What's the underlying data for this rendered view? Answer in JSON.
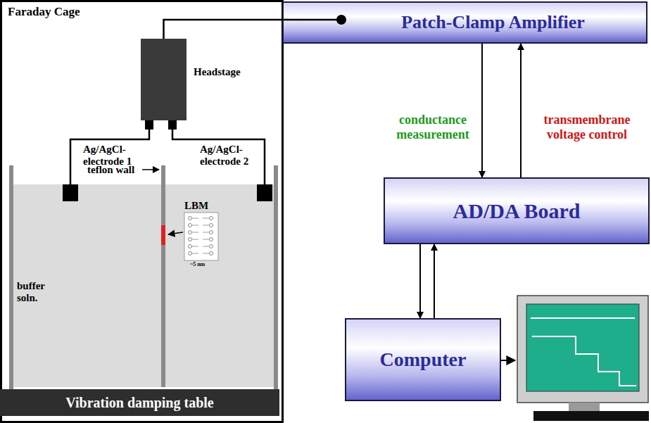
{
  "diagram": {
    "nodes": [
      {
        "text": [
          "Faraday Cage"
        ]
      },
      {
        "text": [
          "Headstage"
        ],
        "in": 0
      },
      {
        "text": [
          "Vibration damping table"
        ],
        "in": 0
      },
      {
        "text": [
          "Patch-Clamp Amplifier"
        ]
      },
      {
        "text": [
          "AD/DA Board"
        ]
      },
      {
        "text": [
          "Computer"
        ]
      }
    ],
    "edges": [
      {
        "from": 3,
        "to": 4,
        "label": "conductance measurement",
        "arrow": "to"
      },
      {
        "from": 4,
        "to": 3,
        "label": "transmembrane voltage control",
        "arrow": "to"
      },
      {
        "from": 4,
        "to": 5,
        "arrow": "to"
      },
      {
        "from": 5,
        "to": 4,
        "arrow": "to"
      },
      {
        "from": 1,
        "to": 3,
        "arrow": "none"
      }
    ],
    "labels": [
      "Ag/AgCl- electrode 1",
      "Ag/AgCl- electrode 2",
      "teflon wall",
      "LBM",
      "buffer soln.",
      "~5 nm"
    ]
  }
}
